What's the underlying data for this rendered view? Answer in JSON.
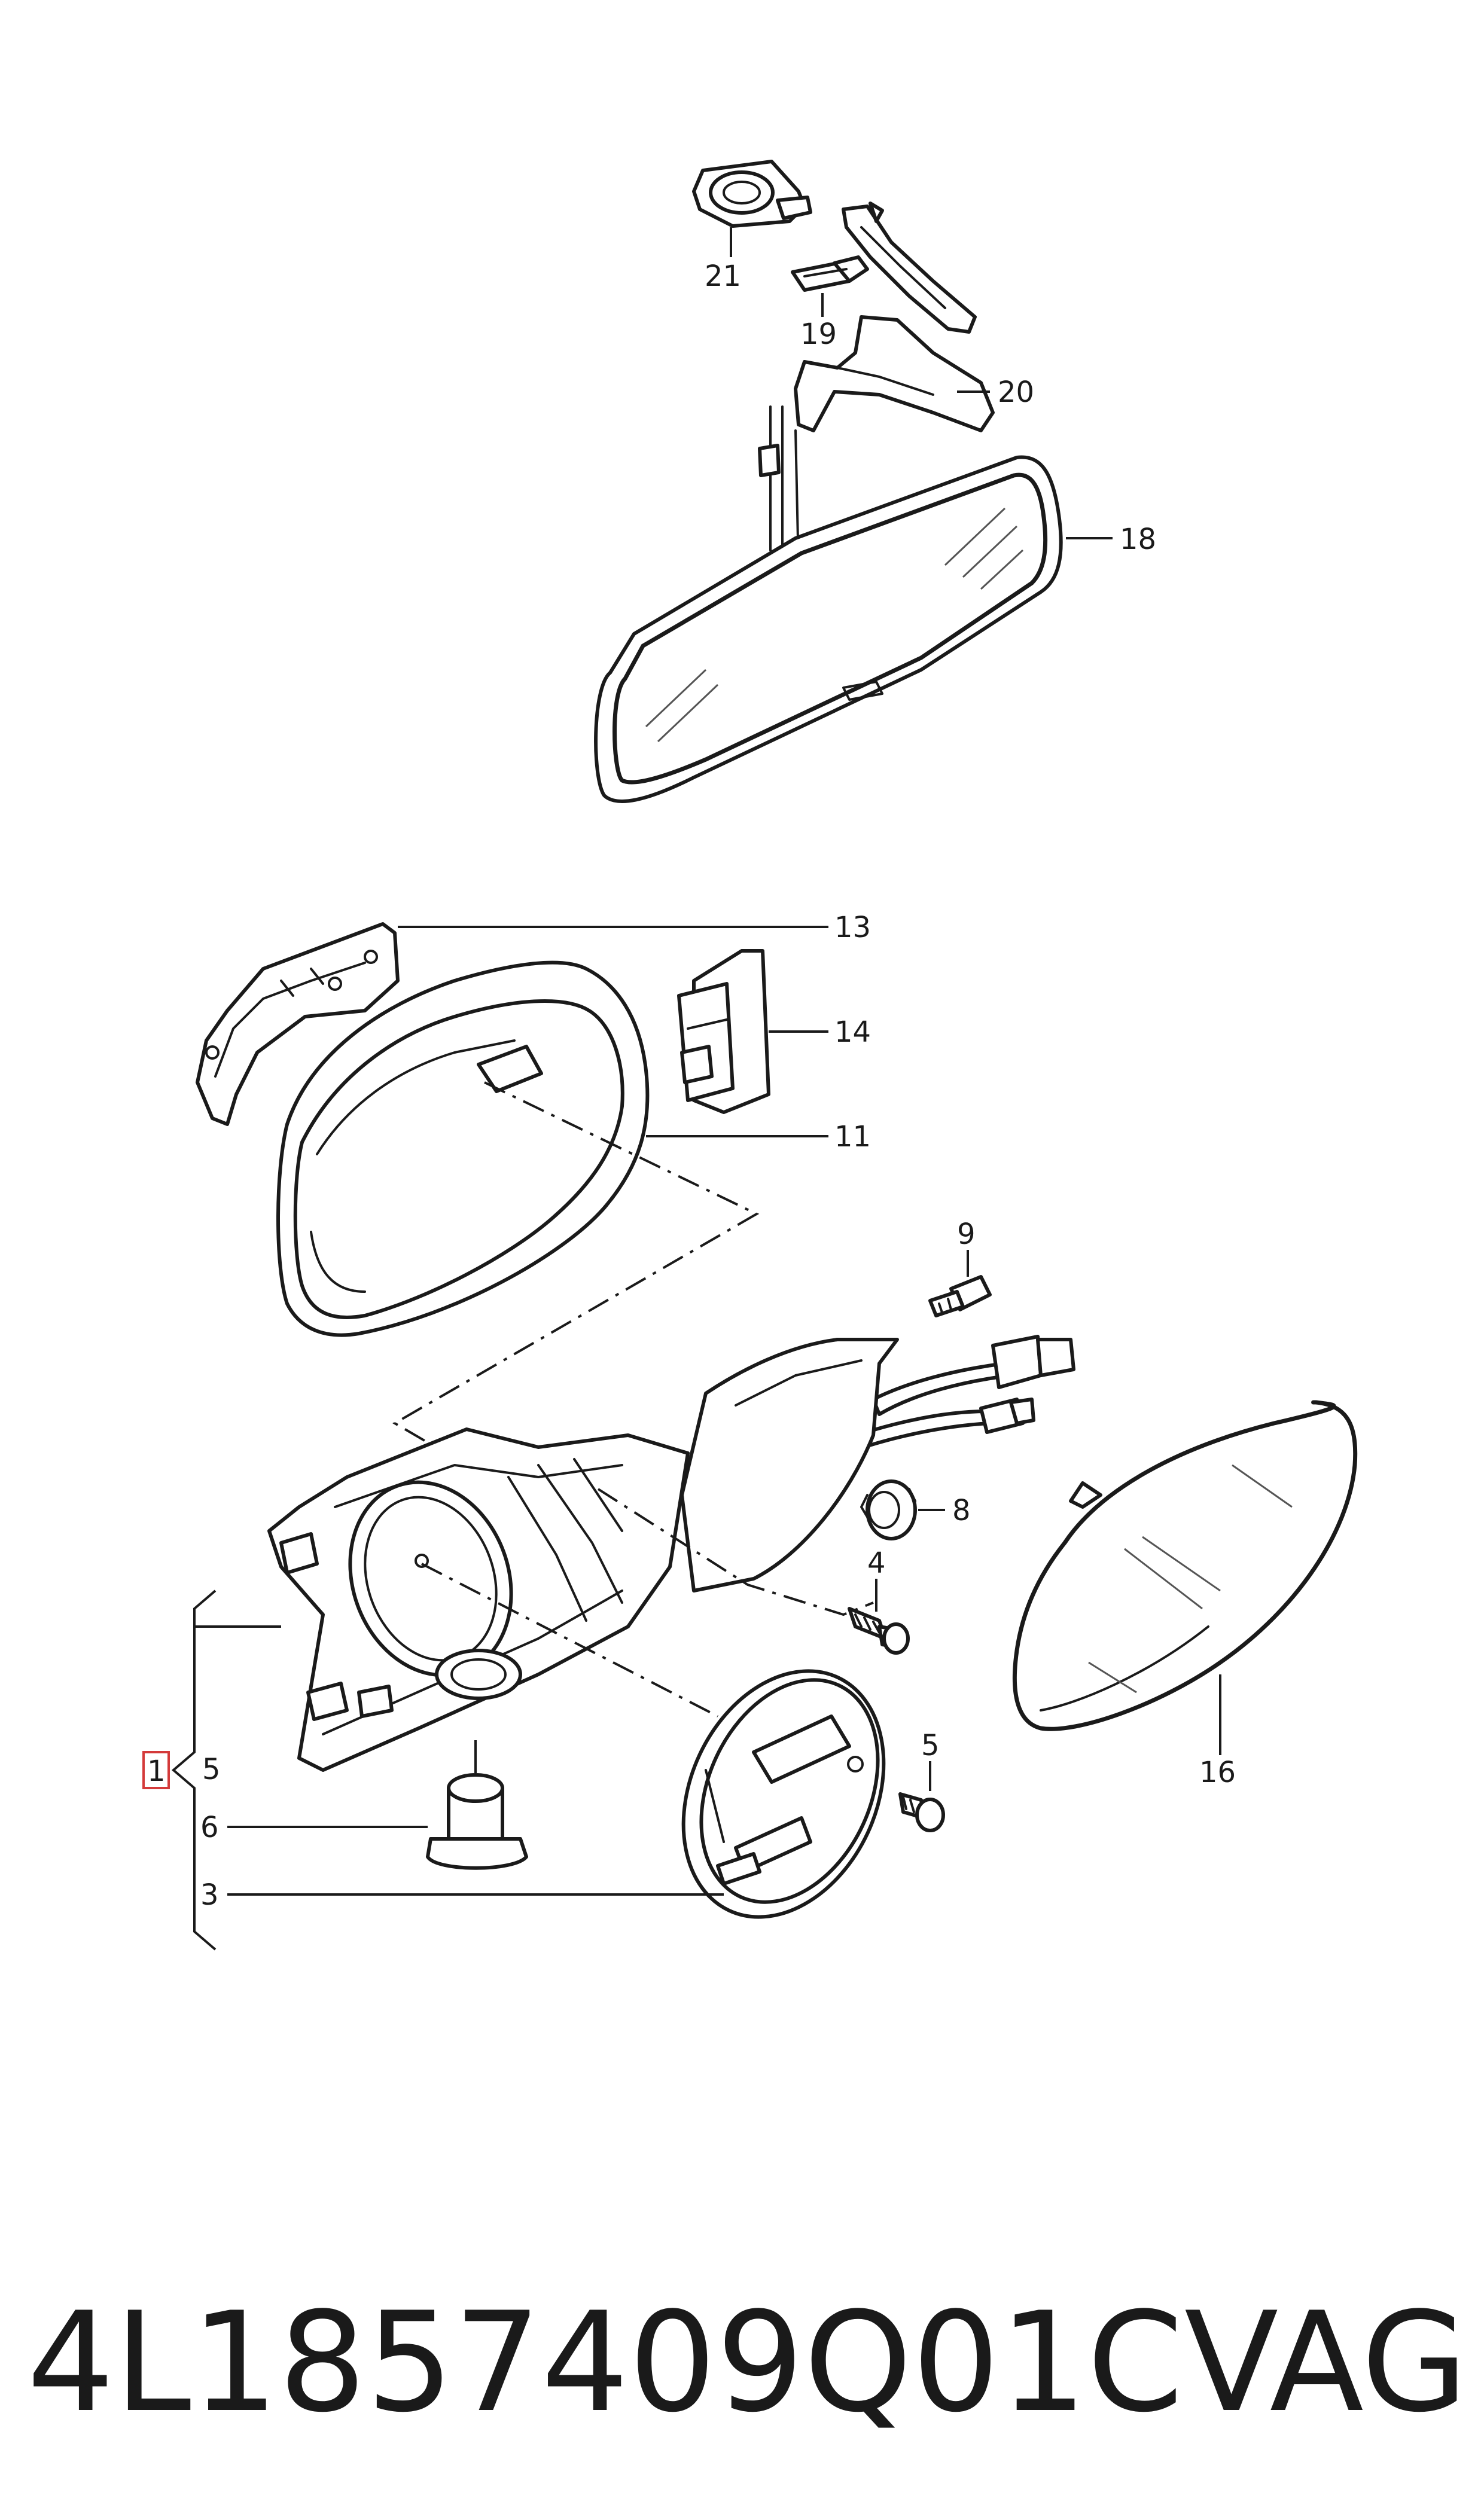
{
  "diagram": {
    "callouts": {
      "c1": "1",
      "c3": "3",
      "c4": "4",
      "c5a": "5",
      "c5b": "5",
      "c6": "6",
      "c8": "8",
      "c9": "9",
      "c11": "11",
      "c13": "13",
      "c14": "14",
      "c16": "16",
      "c18": "18",
      "c19": "19",
      "c20": "20",
      "c21": "21"
    },
    "highlight_color": "#d43a3a",
    "line_color": "#1a1a1a"
  },
  "footer": {
    "part_number": "4L1857409Q01C",
    "brand": "VAG"
  }
}
